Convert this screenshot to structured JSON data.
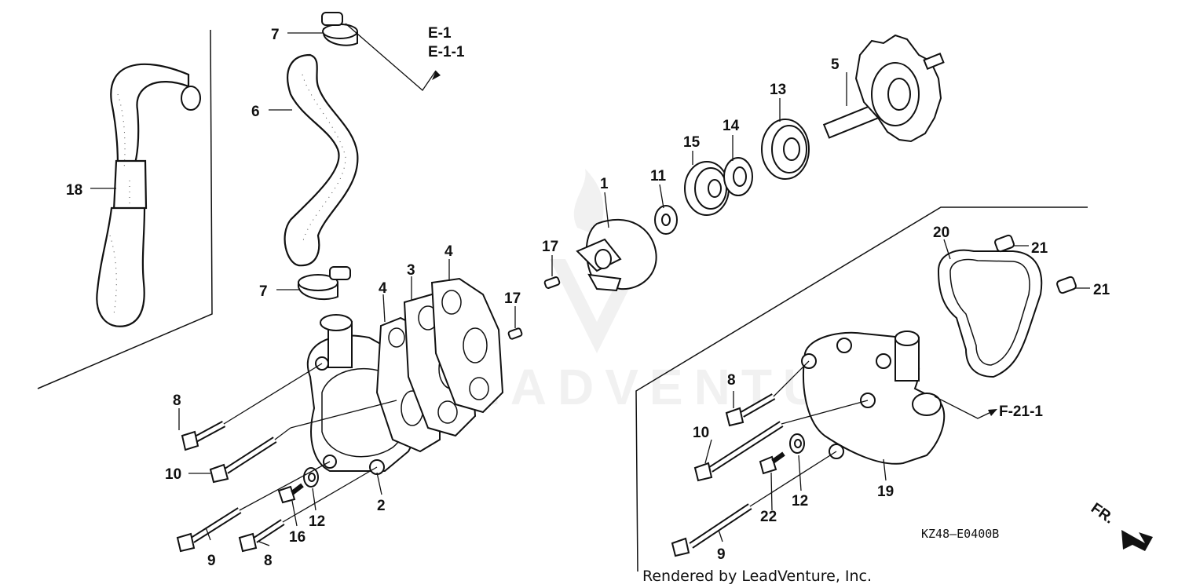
{
  "callouts": {
    "c1": "1",
    "c2": "2",
    "c3": "3",
    "c4a": "4",
    "c4b": "4",
    "c5": "5",
    "c6": "6",
    "c7a": "7",
    "c7b": "7",
    "c8a": "8",
    "c8b": "8",
    "c8c": "8",
    "c9a": "9",
    "c9b": "9",
    "c10a": "10",
    "c10b": "10",
    "c11": "11",
    "c12a": "12",
    "c12b": "12",
    "c13": "13",
    "c14": "14",
    "c15": "15",
    "c16": "16",
    "c17a": "17",
    "c17b": "17",
    "c18": "18",
    "c19": "19",
    "c20": "20",
    "c21a": "21",
    "c21b": "21",
    "c22": "22"
  },
  "references": {
    "e1": "E-1",
    "e11": "E-1-1",
    "f211": "F-21-1",
    "fr": "FR."
  },
  "diagram_code": "KZ48—E0400B",
  "credit": "Rendered by LeadVenture, Inc.",
  "watermark": "LEADVENTURE"
}
